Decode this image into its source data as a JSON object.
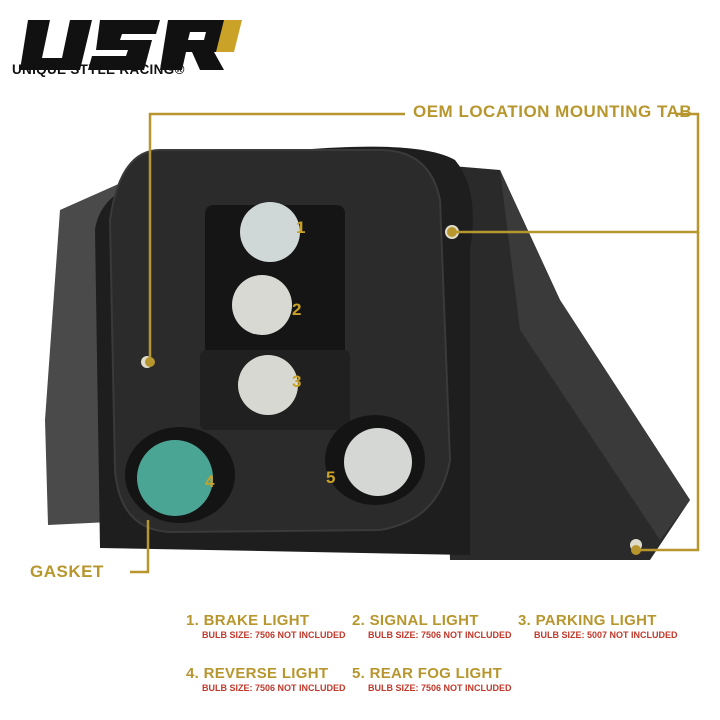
{
  "brand": {
    "logo_text": "USR",
    "tagline": "UNIQUE STYLE RACING®"
  },
  "callouts": {
    "mounting_tab": "OEM LOCATION MOUNTING TAB",
    "gasket": "GASKET"
  },
  "bulb_numbers": [
    "1",
    "2",
    "3",
    "4",
    "5"
  ],
  "legend": [
    {
      "title": "1. BRAKE LIGHT",
      "bulb": "BULB SIZE: 7506 NOT INCLUDED"
    },
    {
      "title": "2. SIGNAL LIGHT",
      "bulb": "BULB SIZE: 7506 NOT INCLUDED"
    },
    {
      "title": "3. PARKING LIGHT",
      "bulb": "BULB SIZE: 5007 NOT INCLUDED"
    },
    {
      "title": "4. REVERSE LIGHT",
      "bulb": "BULB SIZE: 7506 NOT INCLUDED"
    },
    {
      "title": "5. REAR FOG LIGHT",
      "bulb": "BULB SIZE: 7506 NOT INCLUDED"
    }
  ],
  "colors": {
    "accent_gold": "#b8962e",
    "note_red": "#c0392b",
    "housing_dark": "#1e1e1e"
  }
}
